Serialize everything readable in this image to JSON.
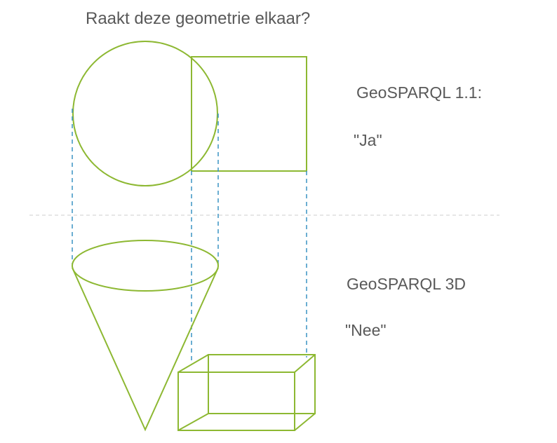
{
  "diagram": {
    "title": "Raakt deze geometrie elkaar?",
    "upper": {
      "standard": "GeoSPARQL 1.1:",
      "answer": "\"Ja\""
    },
    "lower": {
      "standard": "GeoSPARQL 3D",
      "answer": "\"Nee\""
    }
  },
  "colors": {
    "shape_stroke": "#8db832",
    "projection_line": "#3a93c4",
    "divider": "#e6e6e6",
    "text": "#595959"
  }
}
